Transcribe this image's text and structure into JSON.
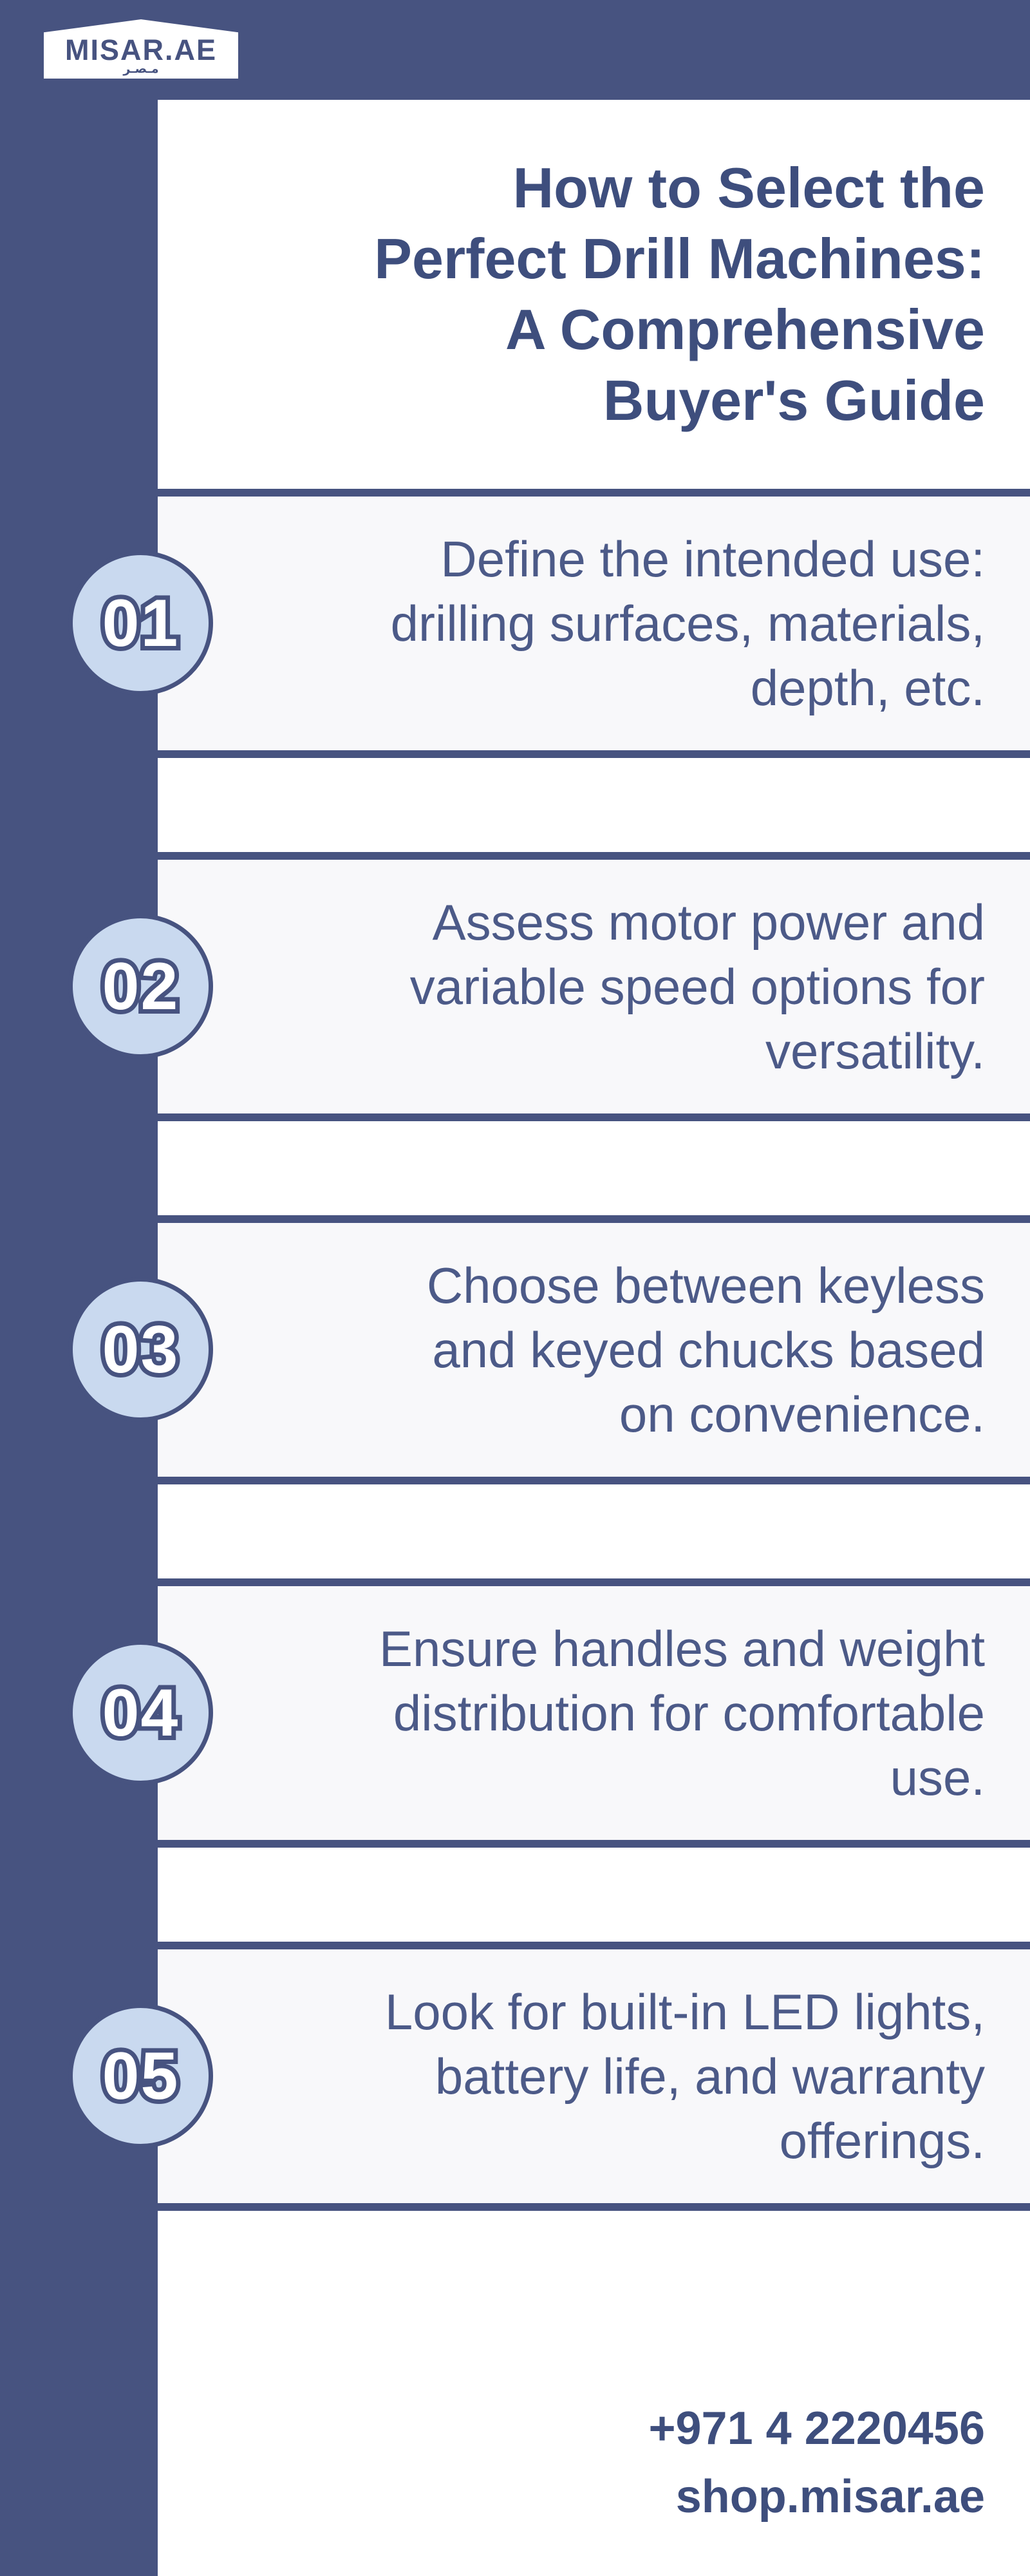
{
  "brand": {
    "name": "MISAR.AE",
    "arabic": "مـصـر"
  },
  "header": {
    "title": "How to Select the\nPerfect Drill Machines:\nA Comprehensive\nBuyer's Guide"
  },
  "steps": [
    {
      "number": "01",
      "text": "Define the intended use:\ndrilling surfaces, materials,\ndepth, etc."
    },
    {
      "number": "02",
      "text": "Assess motor power and\nvariable speed options for\nversatility."
    },
    {
      "number": "03",
      "text": "Choose between keyless\nand keyed chucks based\non convenience."
    },
    {
      "number": "04",
      "text": "Ensure handles and weight\ndistribution for comfortable\nuse."
    },
    {
      "number": "05",
      "text": "Look for built-in LED lights,\nbattery life, and warranty\nofferings."
    }
  ],
  "footer": {
    "phone": "+971 4 2220456",
    "website": "shop.misar.ae"
  },
  "colors": {
    "navy": "#475380",
    "badge_fill": "#C9D9EF",
    "card_background": "#F8F8FA",
    "title_text": "#3E4E7D",
    "body_text": "#4C5A88"
  }
}
